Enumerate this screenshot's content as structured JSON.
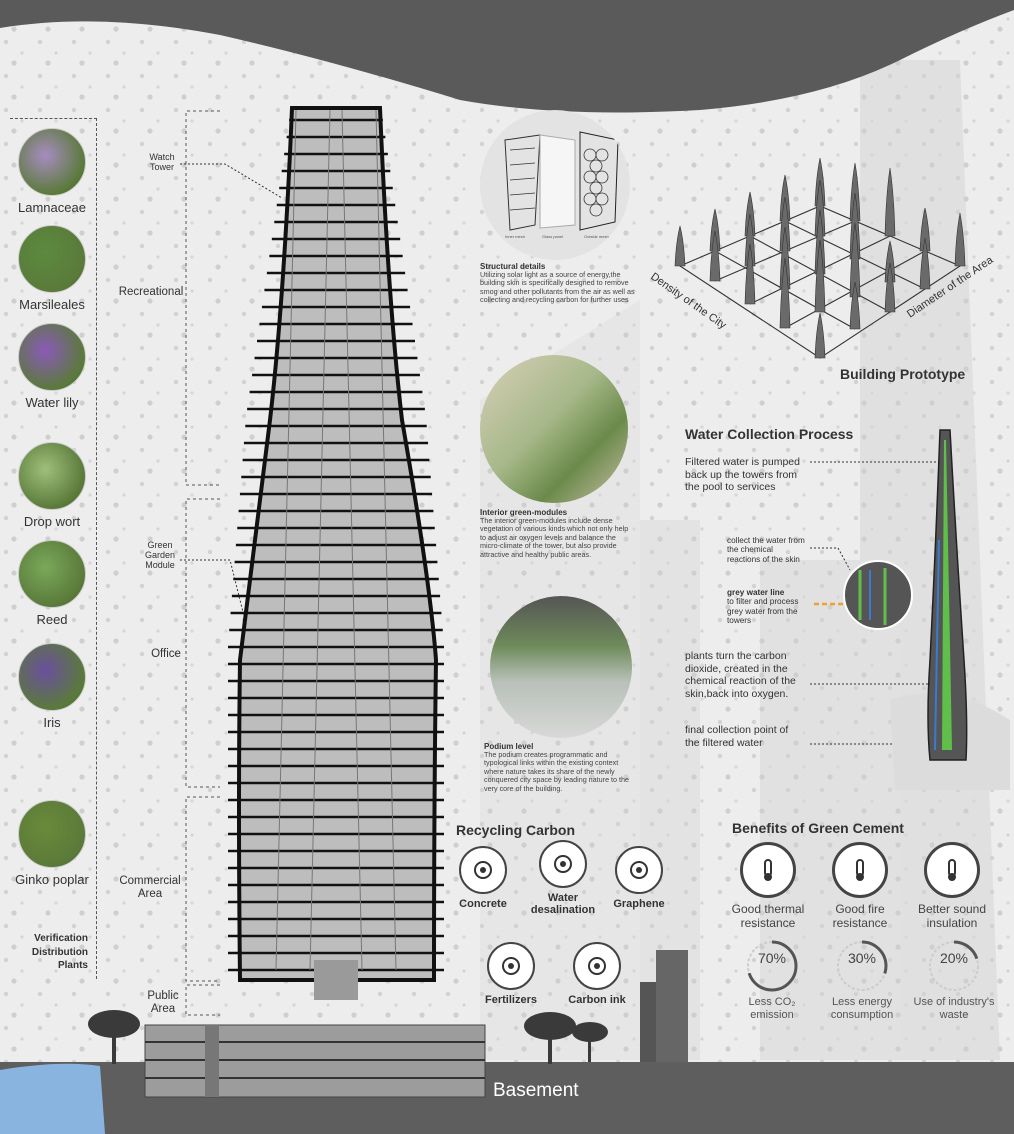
{
  "plants": {
    "items": [
      {
        "label": "Lamnaceae",
        "color": "#a78cc0"
      },
      {
        "label": "Marsileales",
        "color": "#5c8a3f"
      },
      {
        "label": "Water lily",
        "color": "#8a5ab8"
      },
      {
        "label": "Drop wort",
        "color": "#9fbf7c"
      },
      {
        "label": "Reed",
        "color": "#7aa85a"
      },
      {
        "label": "Iris",
        "color": "#6b4f9e"
      },
      {
        "label": "Ginko poplar",
        "color": "#6a8a3a"
      }
    ],
    "footer": "Verification Distribution Plants"
  },
  "zones": {
    "watch_tower": "Watch Tower",
    "recreational": "Recreational",
    "green_garden": "Green Garden Module",
    "office": "Office",
    "commercial": "Commercial Area",
    "public": "Public Area",
    "basement": "Basement"
  },
  "notes": {
    "structural": {
      "title": "Structural details",
      "body": "Utilizing solar light as a source of energy,the building skin is specifically designed to remove smog and other pollutants from the air as well as collecting and recycling carbon for further uses",
      "panel_labels": [
        "Inner mesh",
        "Glass panel",
        "Outside mesh"
      ]
    },
    "green_modules": {
      "title": "Interior green-modules",
      "body": "The interior green-modules include dense vegetation of various kinds which not only help to adjust air oxygen levels and balance the micro-climate of the tower, but also provide attractive and healthy public areas."
    },
    "podium": {
      "title": "Podium level",
      "body": "The podium creates programmatic and typological links within the existing context where nature takes its share of the newly conquered city space by leading nature to the very core of the building."
    }
  },
  "prototype": {
    "title": "Building Prototype",
    "axis_left": "Density of the City",
    "axis_right": "Diameter of the Area"
  },
  "water": {
    "title": "Water Collection Process",
    "step1": "Filtered water is pumped back up the towers from the pool to services",
    "step2": "collect the water from the chemical reactions of the skin",
    "step3_title": "grey water line",
    "step3_body": "to filter and process grey water from the towers",
    "step4": "plants turn the carbon dioxide, created in the chemical reaction of the skin,back into oxygen.",
    "step5": "final collection point of the filtered water",
    "accent_color": "#f0a030"
  },
  "recycling": {
    "title": "Recycling Carbon",
    "items": [
      {
        "label": "Concrete",
        "icon": "concrete-icon"
      },
      {
        "label": "Water desalination",
        "icon": "water-desalination-icon"
      },
      {
        "label": "Graphene",
        "icon": "graphene-icon"
      },
      {
        "label": "Fertilizers",
        "icon": "fertilizer-icon"
      },
      {
        "label": "Carbon ink",
        "icon": "pen-nib-icon"
      }
    ]
  },
  "benefits": {
    "title": "Benefits of Green Cement",
    "items": [
      {
        "label": "Good thermal resistance",
        "icon": "thermometer-icon"
      },
      {
        "label": "Good fire resistance",
        "icon": "fire-icon"
      },
      {
        "label": "Better sound insulation",
        "icon": "sound-wave-icon"
      }
    ],
    "stats": [
      {
        "value": "70%",
        "fraction": 0.7,
        "label": "Less CO₂ emission",
        "icon": "co2-icon"
      },
      {
        "value": "30%",
        "fraction": 0.3,
        "label": "Less energy consumption",
        "icon": "lightning-icon"
      },
      {
        "value": "20%",
        "fraction": 0.2,
        "label": "Use of industry's waste",
        "icon": "factory-icon"
      }
    ]
  },
  "colors": {
    "dark": "#5a5a5a",
    "green": "#5fbf4a",
    "sky": "#8ab4e0"
  }
}
